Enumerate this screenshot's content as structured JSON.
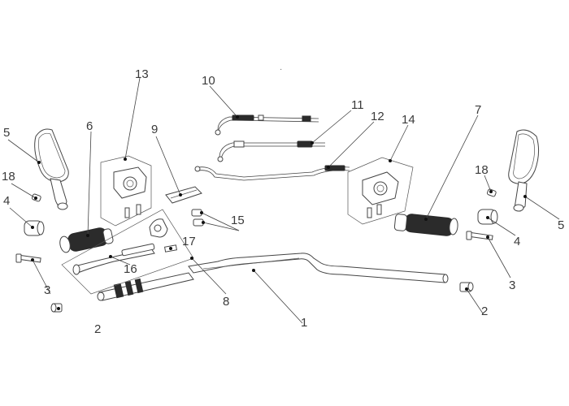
{
  "callouts": [
    {
      "id": "c1",
      "label": "1"
    },
    {
      "id": "c2a",
      "label": "2"
    },
    {
      "id": "c2b",
      "label": "2"
    },
    {
      "id": "c3a",
      "label": "3"
    },
    {
      "id": "c3b",
      "label": "3"
    },
    {
      "id": "c4a",
      "label": "4"
    },
    {
      "id": "c4b",
      "label": "4"
    },
    {
      "id": "c5a",
      "label": "5"
    },
    {
      "id": "c5b",
      "label": "5"
    },
    {
      "id": "c6",
      "label": "6"
    },
    {
      "id": "c7",
      "label": "7"
    },
    {
      "id": "c8",
      "label": "8"
    },
    {
      "id": "c9",
      "label": "9"
    },
    {
      "id": "c10",
      "label": "10"
    },
    {
      "id": "c11",
      "label": "11"
    },
    {
      "id": "c12",
      "label": "12"
    },
    {
      "id": "c13",
      "label": "13"
    },
    {
      "id": "c14",
      "label": "14"
    },
    {
      "id": "c15",
      "label": "15"
    },
    {
      "id": "c16",
      "label": "16"
    },
    {
      "id": "c17",
      "label": "17"
    },
    {
      "id": "c18a",
      "label": "18"
    },
    {
      "id": "c18b",
      "label": "18"
    }
  ]
}
